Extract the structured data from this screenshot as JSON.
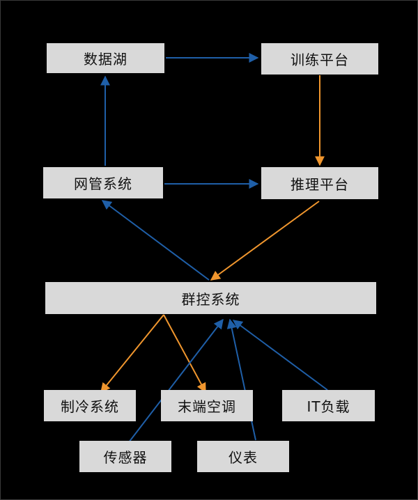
{
  "nodes": {
    "data_lake": "数据湖",
    "training_platform": "训练平台",
    "network_mgmt": "网管系统",
    "inference_platform": "推理平台",
    "group_control": "群控系统",
    "refrigeration": "制冷系统",
    "terminal_ac": "末端空调",
    "it_load": "IT负载",
    "sensor": "传感器",
    "instrument": "仪表"
  },
  "colors": {
    "blue_arrow": "#1f5fa8",
    "orange_arrow": "#f0962e",
    "box_fill": "#d9d9d9",
    "background": "#000000"
  }
}
